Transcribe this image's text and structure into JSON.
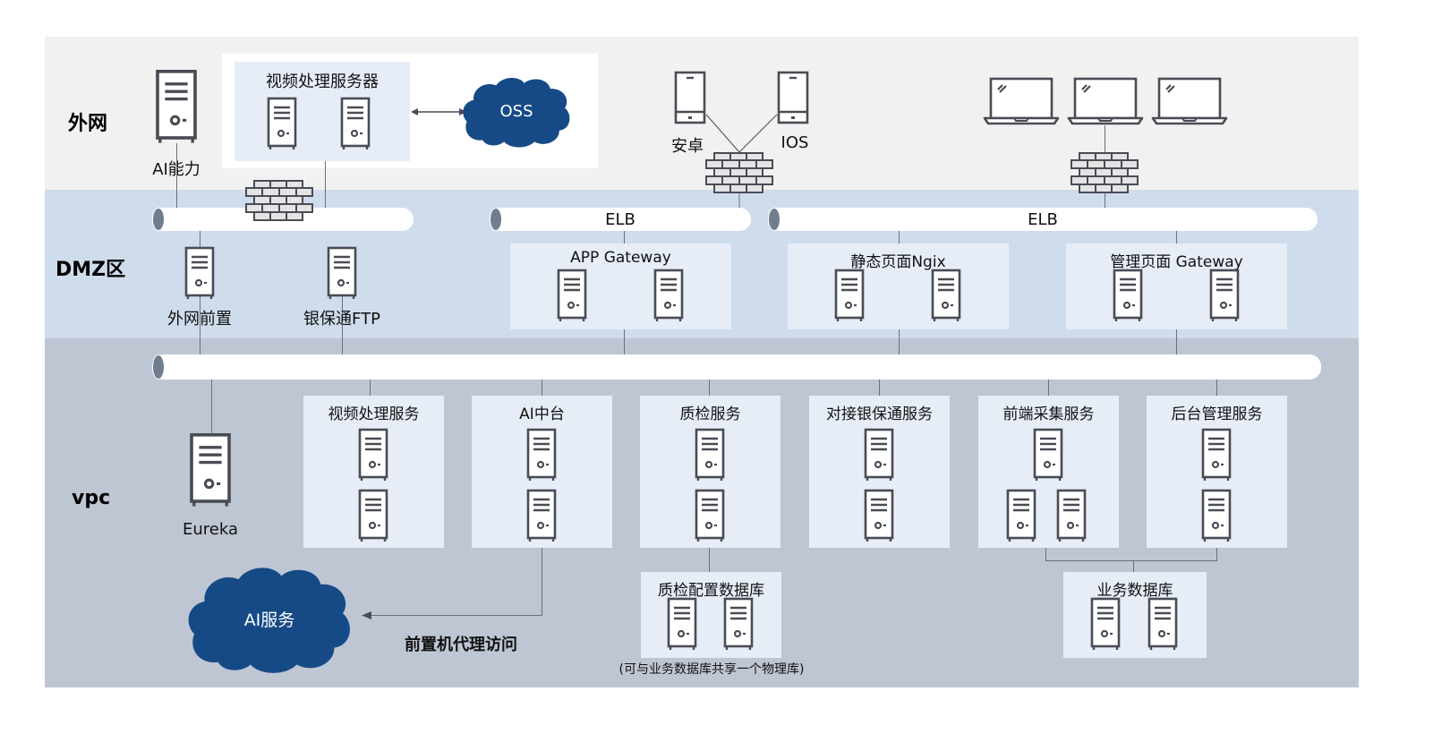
{
  "zones": {
    "internet": "外网",
    "dmz": "DMZ区",
    "vpc": "vpc"
  },
  "internet": {
    "ai_capability": "AI能力",
    "video_server_group": "视频处理服务器",
    "oss": "OSS",
    "android": "安卓",
    "ios": "IOS"
  },
  "dmz": {
    "elb_left": "ELB",
    "elb_right": "ELB",
    "extranet_frontend": "外网前置",
    "bank_ftp": "银保通FTP",
    "gateways": [
      {
        "label": "APP Gateway"
      },
      {
        "label": "静态页面Ngix"
      },
      {
        "label": "管理页面 Gateway"
      }
    ]
  },
  "vpc": {
    "eureka": "Eureka",
    "services": [
      {
        "label": "视频处理服务"
      },
      {
        "label": "AI中台"
      },
      {
        "label": "质检服务"
      },
      {
        "label": "对接银保通服务"
      },
      {
        "label": "前端采集服务"
      },
      {
        "label": "后台管理服务"
      }
    ],
    "qc_config_db": "质检配置数据库",
    "qc_db_note": "(可与业务数据库共享一个物理库)",
    "business_db": "业务数据库",
    "ai_service": "AI服务",
    "proxy_note": "前置机代理访问"
  },
  "colors": {
    "internet_bg": "#f1f1f1",
    "dmz_bg": "#cfdcec",
    "vpc_bg": "#bfc6d3",
    "box_bg": "#e6edf7",
    "cloud": "#164a87",
    "icon_stroke": "#4a4c55"
  }
}
